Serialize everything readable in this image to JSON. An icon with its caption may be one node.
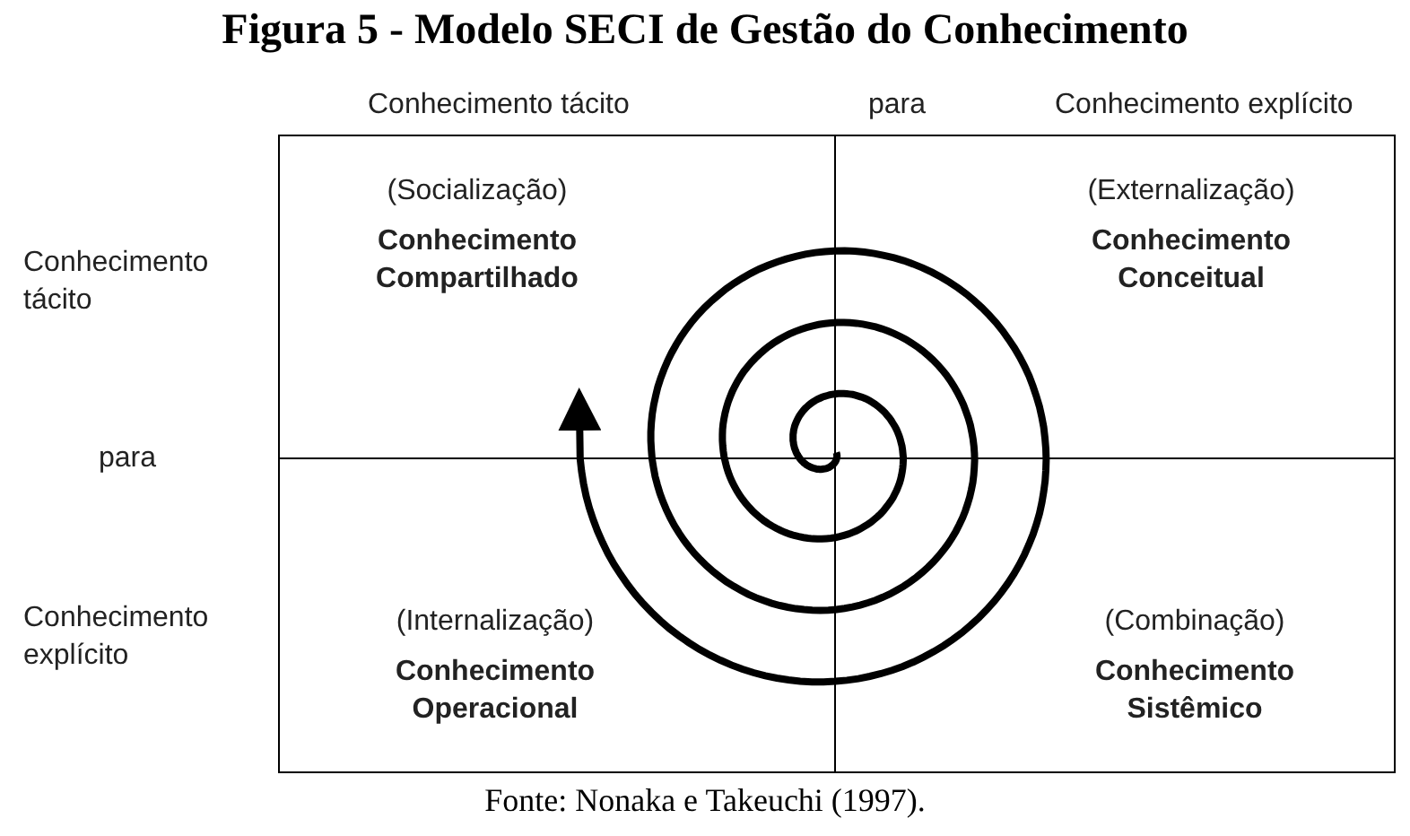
{
  "diagram": {
    "title": "Figura 5 - Modelo SECI de Gestão do Conhecimento",
    "caption": "Fonte: Nonaka e Takeuchi (1997).",
    "nodes": [
      {
        "text": [
          "(Socialização)",
          "Conhecimento Compartilhado"
        ]
      },
      {
        "text": [
          "(Externalização)",
          "Conhecimento Conceitual"
        ]
      },
      {
        "text": [
          "(Internalização)",
          "Conhecimento Operacional"
        ]
      },
      {
        "text": [
          "(Combinação)",
          "Conhecimento Sistêmico"
        ]
      }
    ],
    "labels": [
      "Conhecimento tácito",
      "para",
      "Conhecimento explícito",
      "Conhecimento tácito",
      "para",
      "Conhecimento explícito"
    ]
  }
}
